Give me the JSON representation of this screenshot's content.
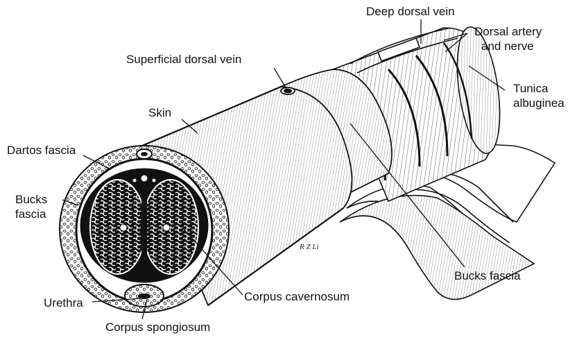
{
  "labels": {
    "deep_dorsal_vein": "Deep dorsal vein",
    "dorsal_artery_line1": "Dorsal artery",
    "dorsal_artery_line2": "and nerve",
    "tunica_line1": "Tunica",
    "tunica_line2": "albuginea",
    "superficial_dorsal_vein": "Superficial dorsal vein",
    "skin": "Skin",
    "dartos_fascia": "Dartos fascia",
    "bucks_fascia_left_line1": "Bucks",
    "bucks_fascia_left_line2": "fascia",
    "bucks_fascia_right": "Bucks fascia",
    "corpus_cavernosum": "Corpus cavernosum",
    "urethra": "Urethra",
    "corpus_spongiosum": "Corpus spongiosum"
  },
  "signature": "R Z Li",
  "colors": {
    "ink": "#111111",
    "paper": "#ffffff"
  }
}
